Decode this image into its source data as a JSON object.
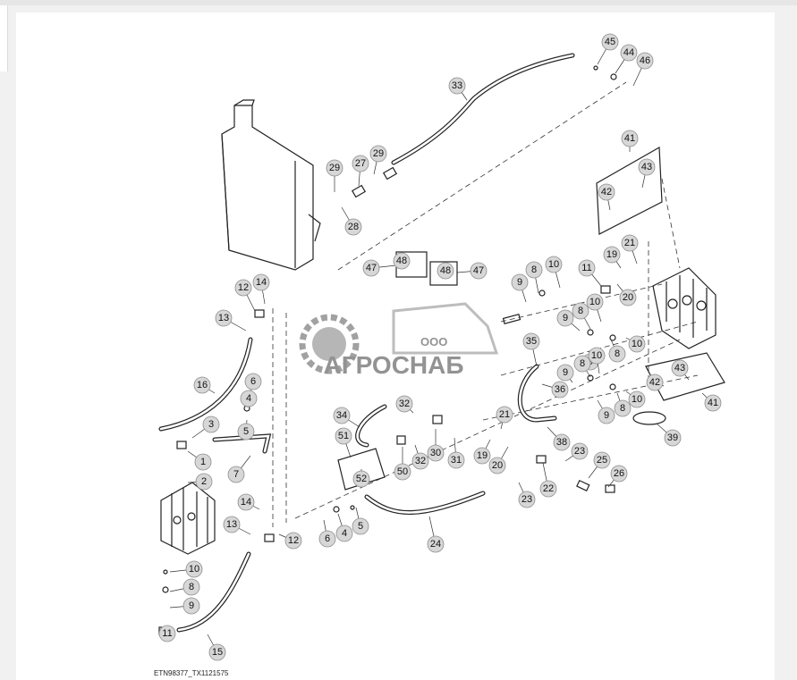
{
  "figure_id": "ETN98377_TX1121575",
  "watermark": {
    "company_form": "ООО",
    "company_name": "АГРОСНАБ"
  },
  "callout_labels": [
    "1",
    "2",
    "3",
    "4",
    "5",
    "6",
    "7",
    "8",
    "9",
    "10",
    "11",
    "12",
    "13",
    "14",
    "15",
    "16",
    "19",
    "20",
    "21",
    "22",
    "23",
    "24",
    "25",
    "26",
    "27",
    "28",
    "29",
    "30",
    "31",
    "32",
    "33",
    "34",
    "35",
    "36",
    "38",
    "39",
    "41",
    "42",
    "43",
    "44",
    "45",
    "46",
    "47",
    "48",
    "50",
    "51",
    "52"
  ]
}
